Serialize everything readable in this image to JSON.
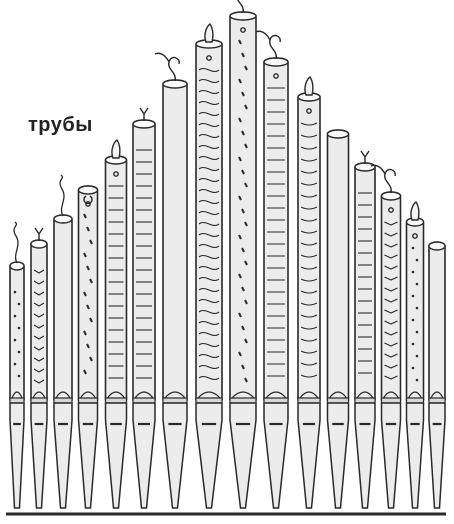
{
  "caption": "трубы",
  "colors": {
    "ink": "#2a2a2a",
    "pipe_fill": "#ececec",
    "background": "#ffffff"
  },
  "pipes": [
    {
      "pattern": "dots",
      "topper": "wire"
    },
    {
      "pattern": "chevrons",
      "topper": "fork"
    },
    {
      "pattern": "none",
      "topper": "wire"
    },
    {
      "pattern": "dashes",
      "topper": "moon"
    },
    {
      "pattern": "bands",
      "topper": "flame"
    },
    {
      "pattern": "bands",
      "topper": "fork"
    },
    {
      "pattern": "none",
      "topper": "curl"
    },
    {
      "pattern": "waves",
      "topper": "flame"
    },
    {
      "pattern": "dashes",
      "topper": "curl"
    },
    {
      "pattern": "bands",
      "topper": "curl"
    },
    {
      "pattern": "arcs",
      "topper": "flame"
    },
    {
      "pattern": "none",
      "topper": "none"
    },
    {
      "pattern": "bands",
      "topper": "fork"
    },
    {
      "pattern": "chevrons",
      "topper": "curl"
    },
    {
      "pattern": "dots",
      "topper": "flame"
    },
    {
      "pattern": "none",
      "topper": "none"
    }
  ]
}
